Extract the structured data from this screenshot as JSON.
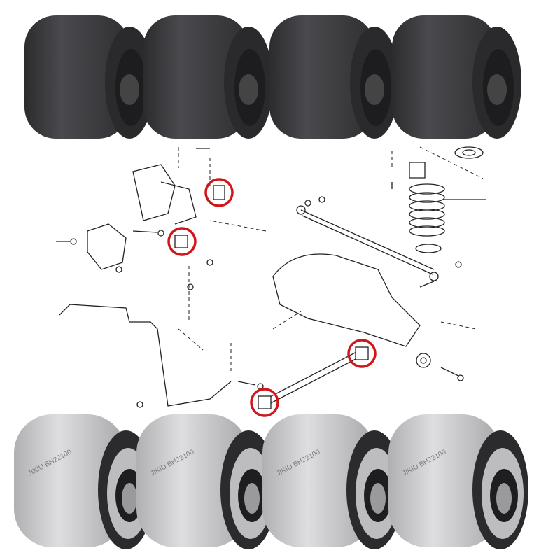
{
  "product": {
    "part_marking": "JIKIU BH22100",
    "top_row_count": 4,
    "bottom_row_count": 4
  },
  "colors": {
    "dark_bushing": "#3d3d40",
    "light_bushing": "#c9c9cb",
    "highlight_circle": "#d0161b",
    "diagram_line": "#222222"
  },
  "diagram": {
    "highlighted_points": 4
  }
}
